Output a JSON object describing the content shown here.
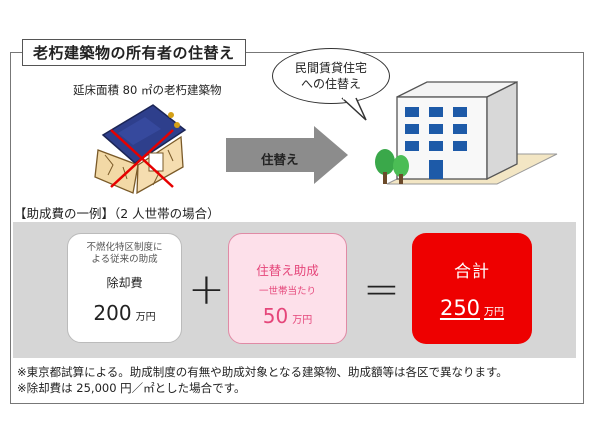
{
  "title": "老朽建築物の所有者の住替え",
  "bubble_text_line1": "民間賃貸住宅",
  "bubble_text_line2": "への住替え",
  "caption": "延床面積 80 ㎡の老朽建築物",
  "arrow_label": "住替え",
  "section_heading": "【助成費の一例】（2 人世帯の場合）",
  "box_a": {
    "sub_line1": "不燃化特区制度に",
    "sub_line2": "よる従来の助成",
    "item": "除却費",
    "amount": "200",
    "unit": "万円"
  },
  "box_b": {
    "label": "住替え助成",
    "sub": "一世帯当たり",
    "amount": "50",
    "unit": "万円"
  },
  "box_c": {
    "label": "合計",
    "amount": "250",
    "unit": "万円"
  },
  "plus_symbol": "+",
  "equals_symbol": "=",
  "notes": [
    "※東京都試算による。助成制度の有無や助成対象となる建築物、助成額等は各区で異なります。",
    "※除却費は 25,000 円／㎡とした場合です。"
  ],
  "colors": {
    "total_red": "#ee0000",
    "subsidy_pink": "#e5467a",
    "panel_gray": "#d6d6d6",
    "arrow_gray": "#8c8c8c"
  },
  "icons": [
    "collapsed-house-illustration",
    "cross-mark-icon",
    "apartment-building-illustration",
    "tree-icon",
    "right-arrow-icon"
  ]
}
